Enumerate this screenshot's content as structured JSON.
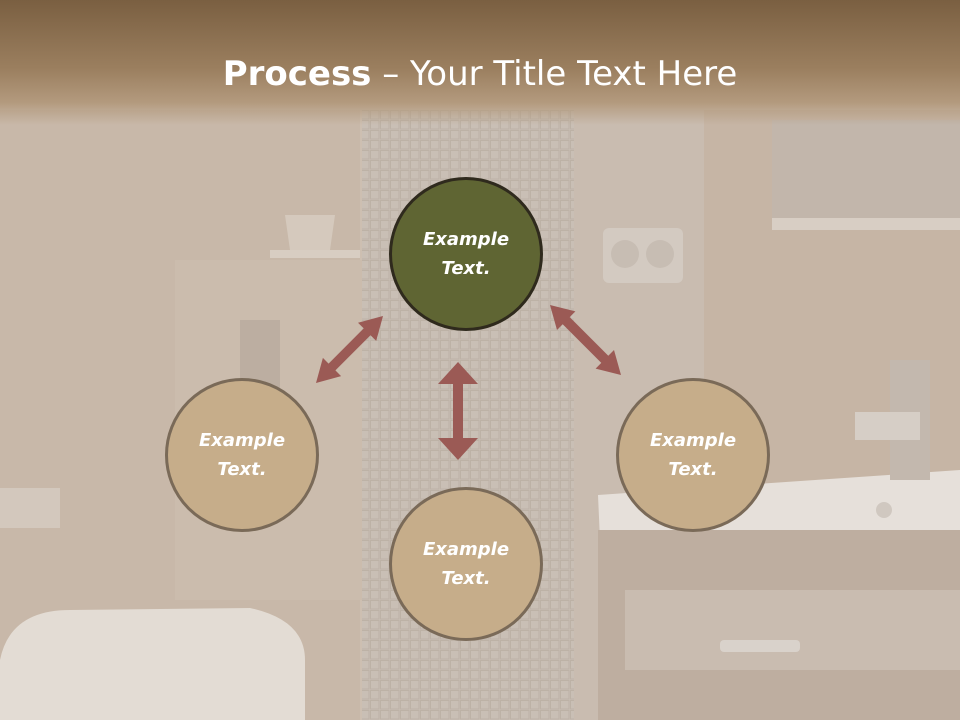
{
  "title": {
    "bold": "Process",
    "rest": " – Your Title Text Here"
  },
  "nodes": {
    "top": {
      "line1": "Example",
      "line2": "Text."
    },
    "left": {
      "line1": "Example",
      "line2": "Text."
    },
    "right": {
      "line1": "Example",
      "line2": "Text."
    },
    "bottom": {
      "line1": "Example",
      "line2": "Text."
    }
  },
  "colors": {
    "title_bar": "#8a6e50",
    "top_node_fill": "#5f6533",
    "node_fill": "#c6ad8a",
    "node_border": "#7a6a58",
    "arrow": "#9b5a55"
  },
  "icons": [
    "double-arrow-icon"
  ]
}
